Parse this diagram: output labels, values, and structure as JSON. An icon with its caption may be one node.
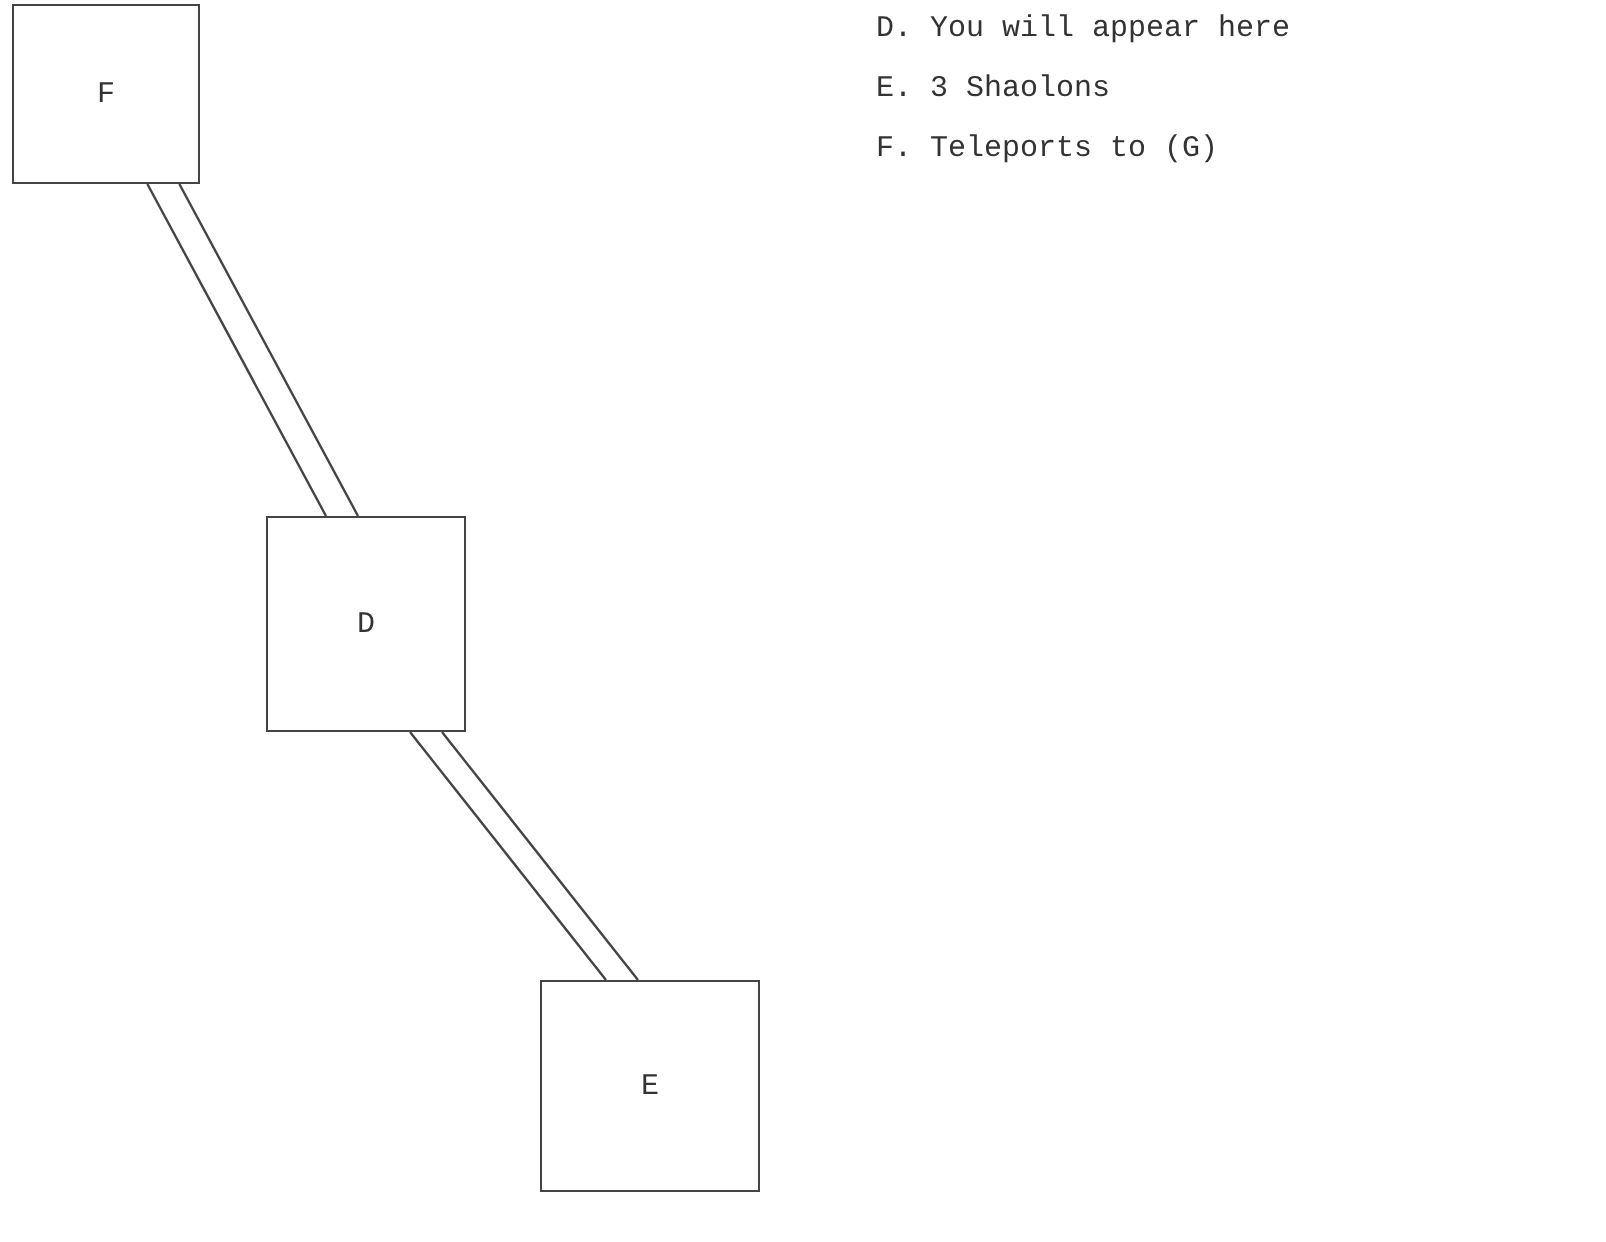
{
  "diagram": {
    "nodes": [
      {
        "text": [
          "F"
        ]
      },
      {
        "text": [
          "D"
        ]
      },
      {
        "text": [
          "E"
        ]
      }
    ],
    "edges": [
      {
        "from": 0,
        "to": 1,
        "arrow": "none"
      },
      {
        "from": 1,
        "to": 2,
        "arrow": "none"
      }
    ],
    "labels": [
      "D. You will appear here",
      "E. 3 Shaolons",
      "F. Teleports to (G)"
    ]
  }
}
